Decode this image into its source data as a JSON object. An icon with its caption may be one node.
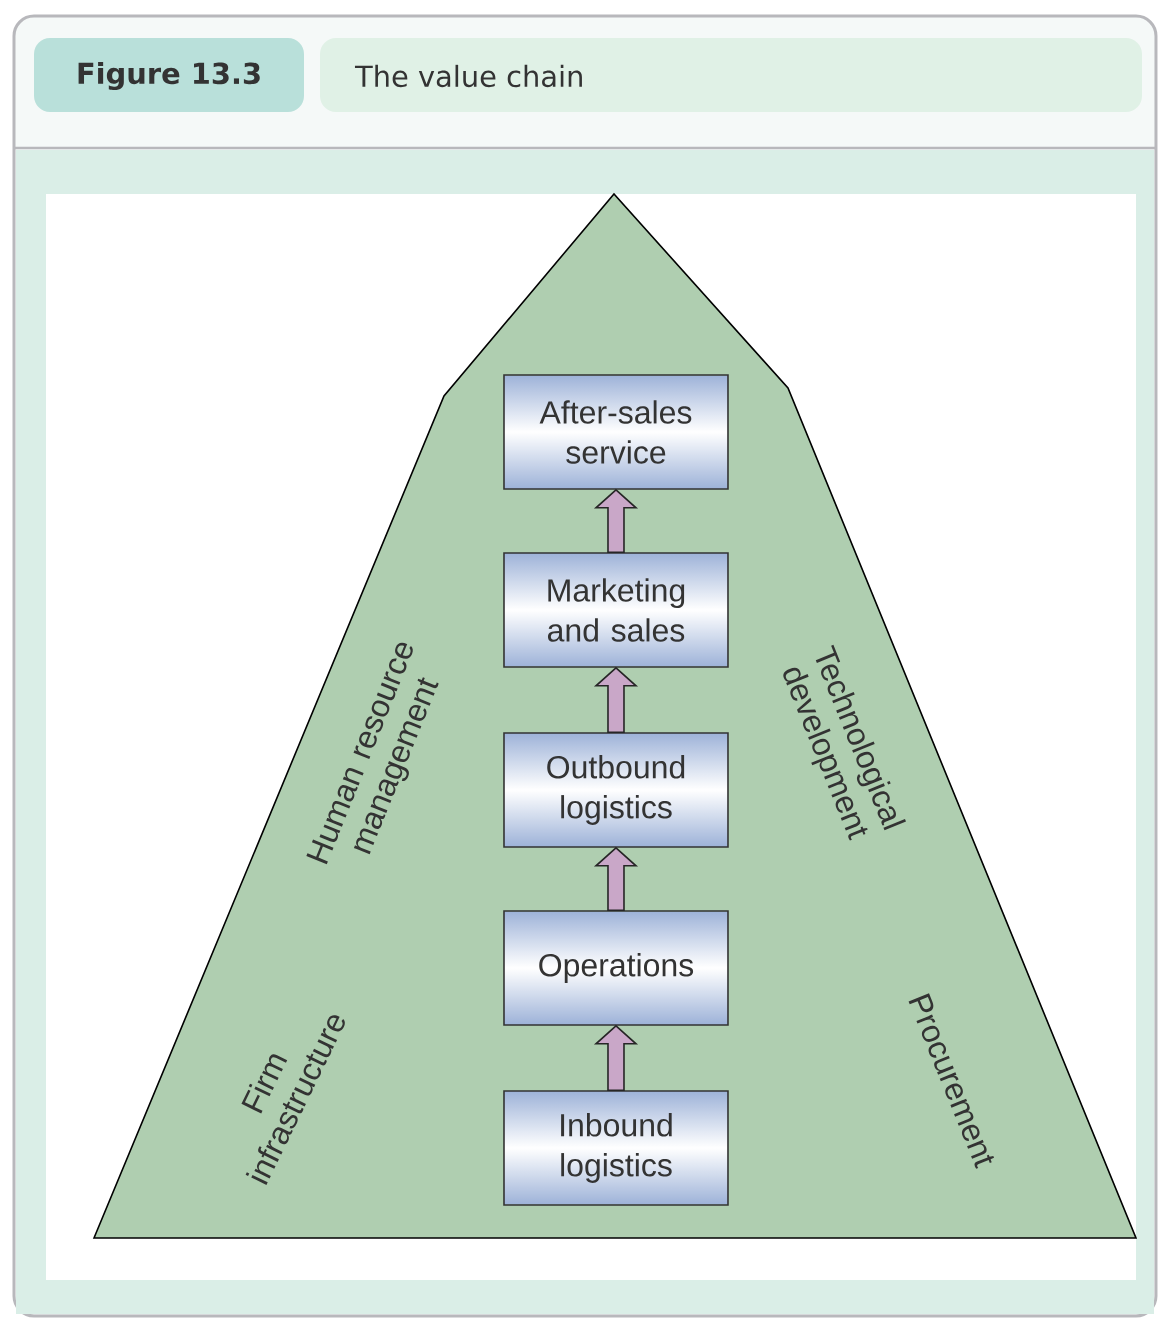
{
  "diagram": {
    "title": "The value chain",
    "nodes": [
      {
        "text": [
          "Human resource management",
          "Technological development",
          "Firm infrastructure",
          "Procurement"
        ]
      },
      {
        "text": [
          "After-sales service"
        ],
        "in": 0
      },
      {
        "text": [
          "Marketing and sales"
        ],
        "in": 0
      },
      {
        "text": [
          "Outbound logistics"
        ],
        "in": 0
      },
      {
        "text": [
          "Operations"
        ],
        "in": 0
      },
      {
        "text": [
          "Inbound logistics"
        ],
        "in": 0
      }
    ],
    "edges": [
      {
        "from": 5,
        "to": 4,
        "arrow": "to"
      },
      {
        "from": 4,
        "to": 3,
        "arrow": "to"
      },
      {
        "from": 3,
        "to": 2,
        "arrow": "to"
      },
      {
        "from": 2,
        "to": 1,
        "arrow": "to"
      }
    ],
    "labels": [
      "Figure 13.3"
    ]
  }
}
